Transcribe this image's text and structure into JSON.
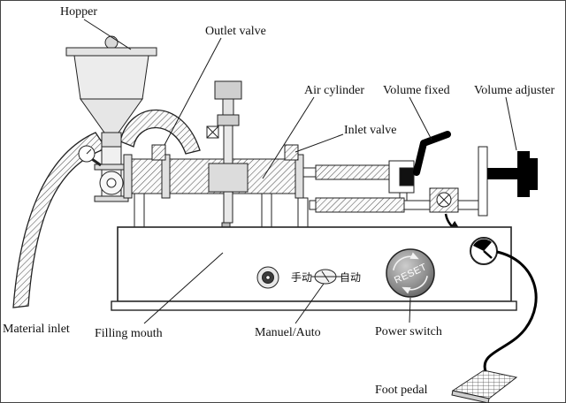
{
  "figure": {
    "labels": {
      "hopper": "Hopper",
      "outlet_valve": "Outlet valve",
      "air_cylinder": "Air cylinder",
      "volume_fixed": "Volume fixed",
      "volume_adjuster": "Volume adjuster",
      "inlet_valve": "Inlet valve",
      "material_inlet": "Material inlet",
      "filling_mouth": "Filling mouth",
      "manual_auto": "Manuel/Auto",
      "power_switch": "Power switch",
      "foot_pedal": "Foot pedal"
    },
    "controls": {
      "mode_manual": "手动",
      "mode_auto": "自动",
      "reset_label": "RESET"
    },
    "colors": {
      "ink": "#1a1a1a",
      "background": "#ffffff",
      "button_gray": "#8a8a8a"
    }
  }
}
